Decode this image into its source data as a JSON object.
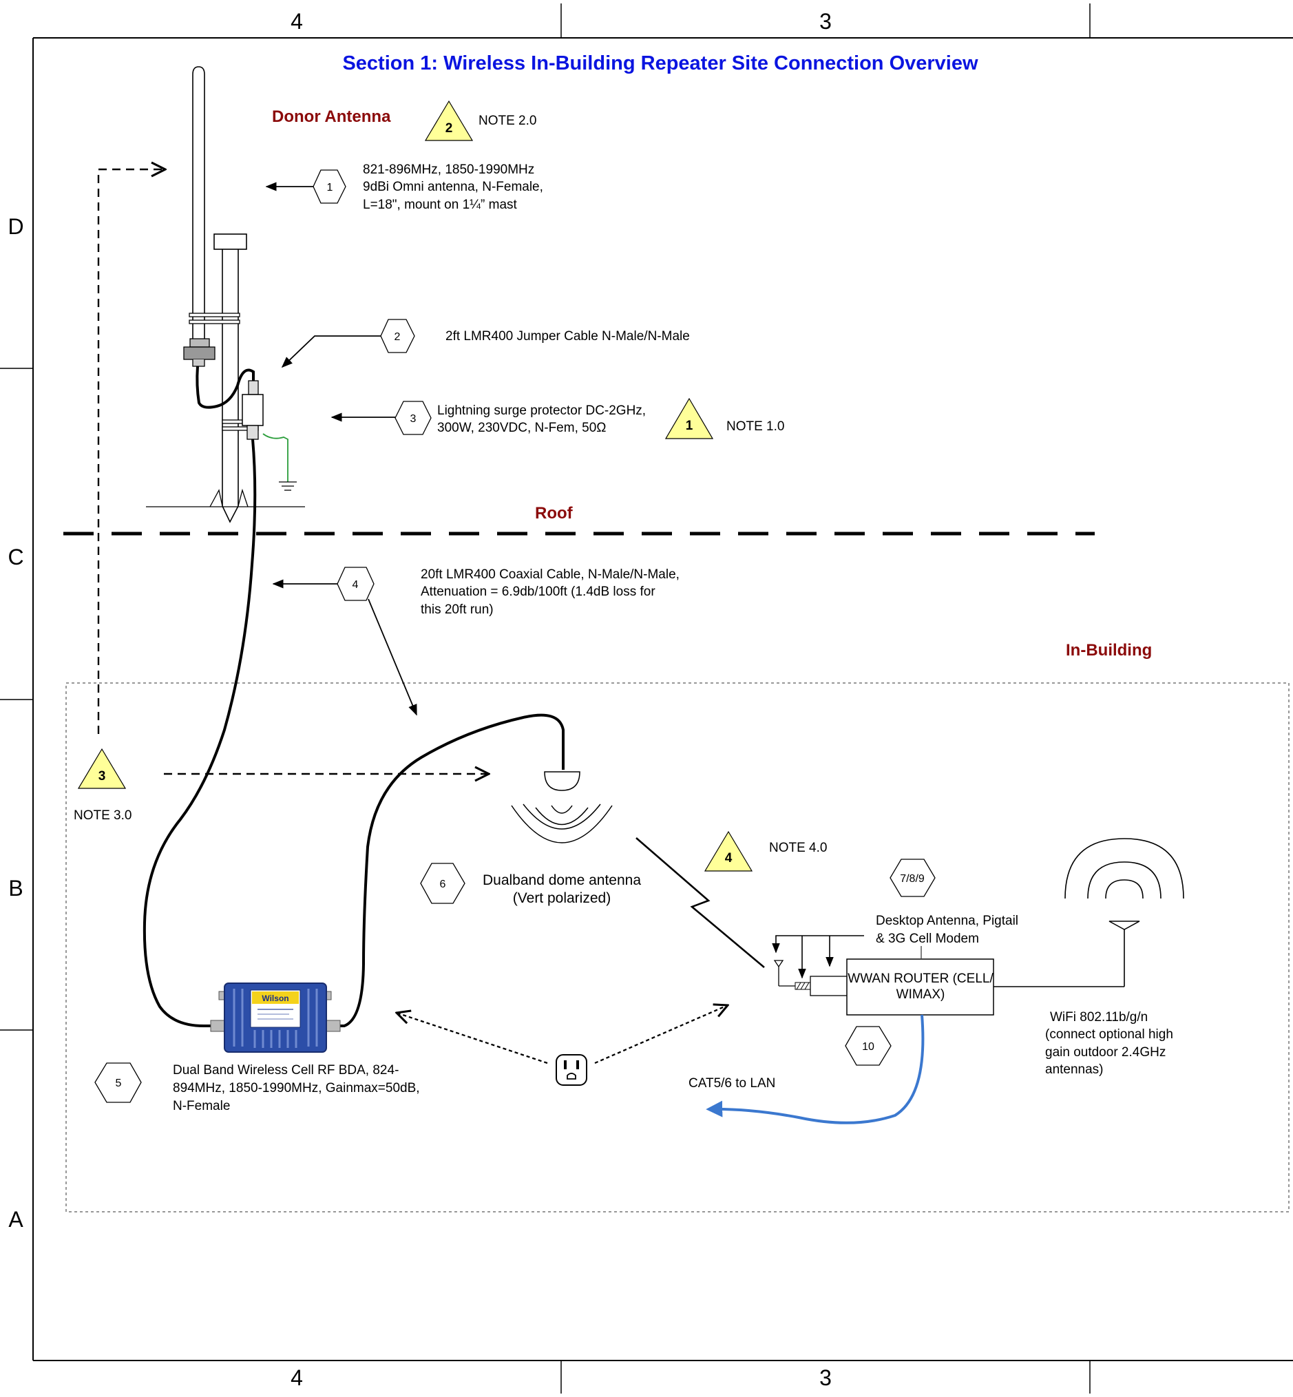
{
  "title": "Section 1: Wireless In-Building Repeater Site Connection Overview",
  "colors": {
    "title": "#0a14e0",
    "section_label": "#8b0a0a",
    "warning_fill": "#ffff99",
    "ethernet_cable": "#3b78cf",
    "ground_wire": "#2a9d3a",
    "bda_body": "#2c4ea8"
  },
  "frame": {
    "top_columns": [
      "4",
      "3"
    ],
    "bottom_columns": [
      "4",
      "3"
    ],
    "rows": [
      "D",
      "C",
      "B",
      "A"
    ]
  },
  "sections": {
    "donor": "Donor Antenna",
    "roof": "Roof",
    "in_building": "In-Building"
  },
  "callouts": {
    "c1": {
      "num": "1",
      "lines": [
        "821-896MHz, 1850-1990MHz",
        "9dBi Omni antenna, N-Female,",
        "L=18\", mount on 1¼” mast"
      ]
    },
    "c2": {
      "num": "2",
      "lines": [
        "2ft LMR400 Jumper Cable N-Male/N-Male"
      ]
    },
    "c3": {
      "num": "3",
      "lines": [
        "Lightning surge protector DC-2GHz,",
        "300W, 230VDC, N-Fem, 50Ω"
      ]
    },
    "c4": {
      "num": "4",
      "lines": [
        "20ft LMR400 Coaxial Cable, N-Male/N-Male,",
        "Attenuation = 6.9db/100ft (1.4dB loss for",
        "this 20ft run)"
      ]
    },
    "c5": {
      "num": "5",
      "lines": [
        "Dual Band Wireless Cell RF BDA, 824-",
        "894MHz, 1850-1990MHz, Gainmax=50dB,",
        "N-Female"
      ]
    },
    "c6": {
      "num": "6",
      "lines": [
        "Dualband dome antenna",
        "(Vert polarized)"
      ]
    },
    "c789": {
      "num": "7/8/9",
      "lines": [
        "Desktop Antenna,  Pigtail",
        "& 3G Cell Modem"
      ]
    },
    "c10": {
      "num": "10"
    }
  },
  "notes": {
    "n1": {
      "num": "1",
      "label": "NOTE 1.0"
    },
    "n2": {
      "num": "2",
      "label": "NOTE 2.0"
    },
    "n3": {
      "num": "3",
      "label": "NOTE 3.0"
    },
    "n4": {
      "num": "4",
      "label": "NOTE 4.0"
    }
  },
  "router": {
    "lines": [
      "WWAN ROUTER (CELL/",
      "WIMAX)"
    ]
  },
  "wifi": {
    "lines": [
      "WiFi 802.11b/g/n",
      "(connect optional high",
      "gain outdoor 2.4GHz",
      "antennas)"
    ]
  },
  "lan_label": "CAT5/6 to LAN",
  "bda_brand": "Wilson"
}
